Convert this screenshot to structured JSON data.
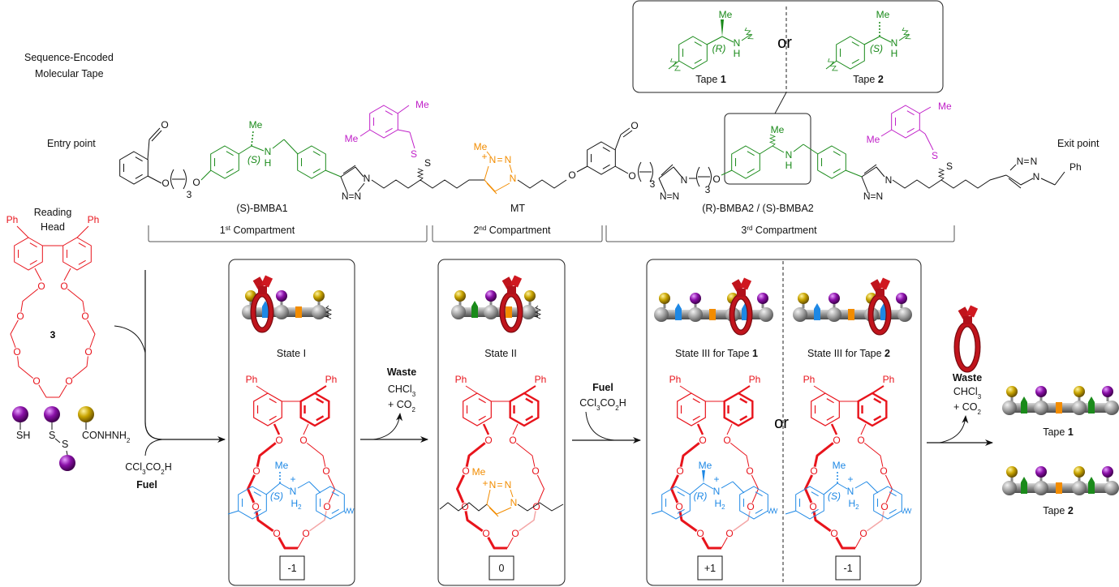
{
  "title": {
    "line1": "Sequence-Encoded",
    "line2": "Molecular Tape"
  },
  "tape": {
    "entry": "Entry point",
    "exit": "Exit point",
    "segments": [
      "(S)-BMBA1",
      "MT",
      "(R)-BMBA2 / (S)-BMBA2"
    ],
    "compartments": [
      "1st Compartment",
      "2nd Compartment",
      "3rd Compartment"
    ]
  },
  "inset": {
    "or": "or",
    "tape1": "Tape 1",
    "tape2": "Tape 2",
    "stereo1": "(R)",
    "stereo2": "(S)"
  },
  "reading_head": {
    "line1": "Reading",
    "line2": "Head",
    "compound": "3",
    "groups": [
      "SH",
      "S",
      "S",
      "CONHNH2"
    ]
  },
  "reagents": {
    "fuel": "Fuel",
    "fuel_acid": "CCl3CO2H",
    "waste": "Waste",
    "waste_1": "CHCl3",
    "waste_2": "+ CO2"
  },
  "states": [
    {
      "label": "State I",
      "charge": "-1",
      "stereo": "(S)"
    },
    {
      "label": "State II",
      "charge": "0"
    },
    {
      "label": "State III for Tape 1",
      "charge": "+1",
      "stereo": "(R)"
    },
    {
      "label": "State III for Tape 2",
      "charge": "-1",
      "stereo": "(S)"
    }
  ],
  "states_or": "or",
  "products": [
    "Tape 1",
    "Tape 2"
  ],
  "atoms": {
    "me": "Me",
    "n": "N",
    "h": "H",
    "h2": "H2",
    "o": "O",
    "s": "S",
    "ph": "Ph",
    "sub3": "3",
    "nn": "N=N",
    "plus": "+",
    "stereo_s": "(S)"
  },
  "colors": {
    "macrocycle": "#e8141c",
    "ammonium_guest": "#1e88e5",
    "triazolium": "#f28c00",
    "bmba": "#1a8a1a",
    "thiol": "#c020c8",
    "ring_icon": "#c0141c",
    "thiol_ball": "#8a10a8",
    "hydrazide_ball": "#c8a400"
  }
}
